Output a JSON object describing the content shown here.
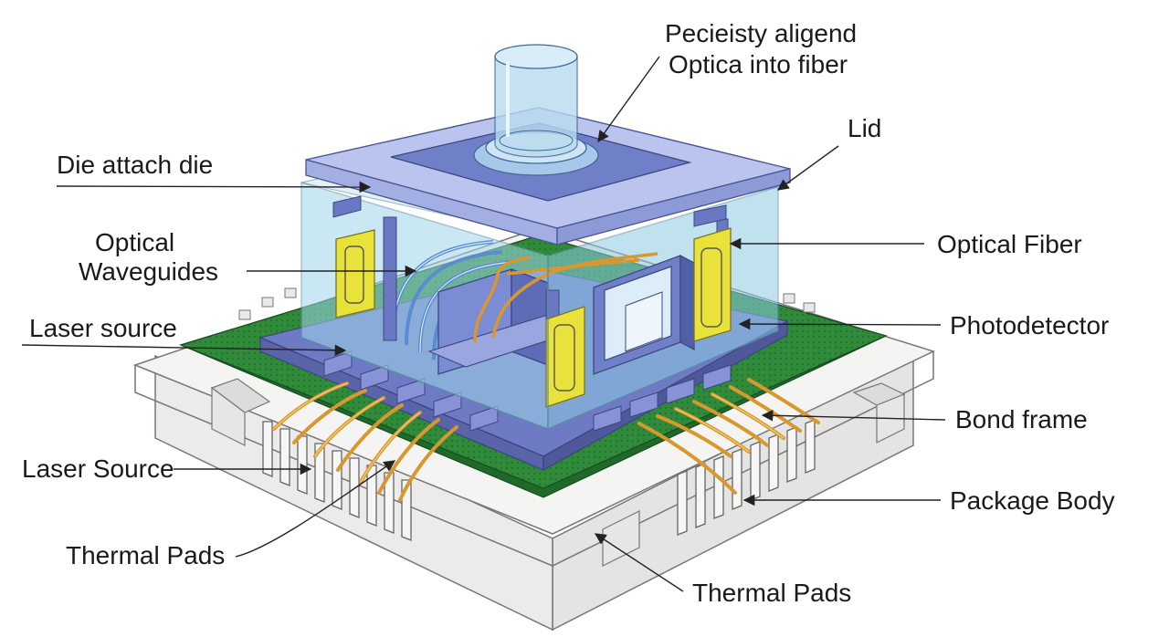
{
  "diagram": {
    "labels": {
      "precisely_aligned_line1": "Pecieisty aligend",
      "precisely_aligned_line2": "Optica into  fiber",
      "lid": "Lid",
      "die_attach": "Die attach die",
      "optical_waveguides_line1": "Optical",
      "optical_waveguides_line2": "Waveguides",
      "optical_fiber": "Optical Fiber",
      "laser_source_upper": "Laser source",
      "photodetector": "Photodetector",
      "bond_frame": "Bond frame",
      "laser_source_lower": "Laser Source",
      "package_body": "Package Body",
      "thermal_pads_left": "Thermal Pads",
      "thermal_pads_bottom": "Thermal Pads"
    },
    "colors": {
      "package_body": "#f1f1ef",
      "pcb_green": "#2f8a3a",
      "housing_glass": "#9fd6ea",
      "lid_plate": "#b9c3ec",
      "lid_inner": "#6f7fc8",
      "fiber": "#b9dcef",
      "yellow_component": "#e8e23a",
      "bond_wire": "#e0a23a",
      "bond_pad": "#7f8bd0"
    }
  }
}
